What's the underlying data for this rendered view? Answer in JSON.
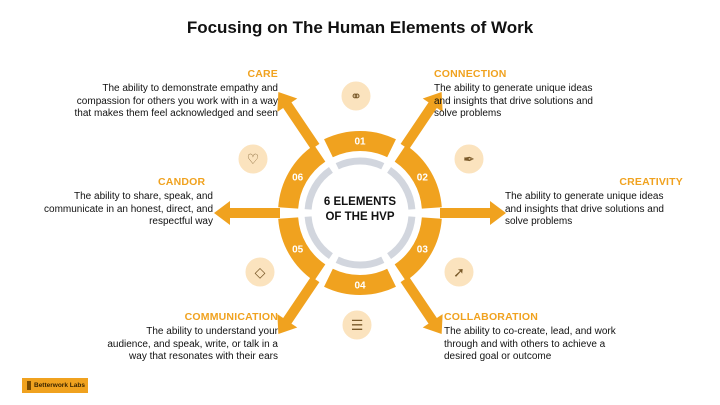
{
  "title": "Focusing on The Human Elements of Work",
  "center": {
    "line1": "6 ELEMENTS",
    "line2": "OF THE HVP"
  },
  "elements": [
    {
      "number": "01",
      "heading": "CONNECTION",
      "icon": "handshake-icon",
      "lines": [
        "The ability to generate unique ideas",
        "and insights that drive solutions and",
        "solve problems"
      ]
    },
    {
      "number": "02",
      "heading": "CREATIVITY",
      "icon": "pen-nib-icon",
      "lines": [
        "The ability to generate unique ideas",
        "and insights that drive solutions and",
        "solve problems"
      ]
    },
    {
      "number": "03",
      "heading": "COLLABORATION",
      "icon": "rocket-icon",
      "lines": [
        "The ability to co-create, lead, and work",
        "through and with others to achieve a",
        "desired goal or outcome"
      ]
    },
    {
      "number": "04",
      "heading": "COMMUNICATION",
      "icon": "chat-bubble-icon",
      "lines": [
        "The ability to understand your",
        "audience, and speak, write, or talk in a",
        "way that resonates with their ears"
      ]
    },
    {
      "number": "05",
      "heading": "CANDOR",
      "icon": "diamond-icon",
      "lines": [
        "The ability to share, speak, and",
        "communicate in an honest, direct, and",
        "respectful way"
      ]
    },
    {
      "number": "06",
      "heading": "CARE",
      "icon": "hearts-icon",
      "lines": [
        "The ability to demonstrate empathy and",
        "compassion for others you work with in a way",
        "that makes them feel acknowledged and seen"
      ]
    }
  ],
  "logo": {
    "text": "Betterwork Labs"
  },
  "colors": {
    "accent": "#F0A21F",
    "ring": "#D2D6DE",
    "icon_circle": "#FBE3BE",
    "icon_stroke": "#7A5A2A"
  }
}
